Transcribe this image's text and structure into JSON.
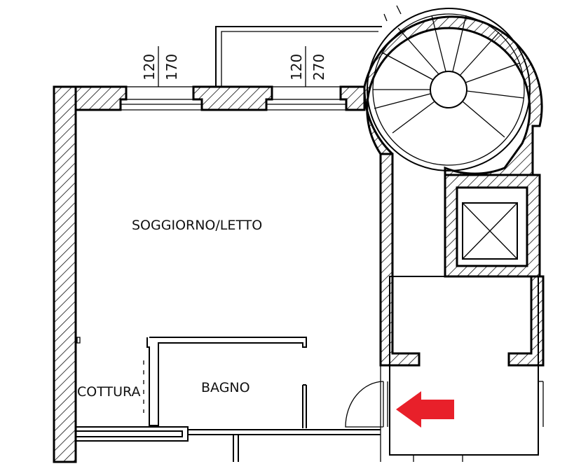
{
  "rooms": {
    "living": "SOGGIORNO/LETTO",
    "kitchen": "COTTURA",
    "bathroom": "BAGNO"
  },
  "windows": [
    {
      "height": "120",
      "width": "170"
    },
    {
      "height": "120",
      "width": "270"
    }
  ],
  "colors": {
    "arrow": "#e8202a",
    "walls": "#000000"
  }
}
